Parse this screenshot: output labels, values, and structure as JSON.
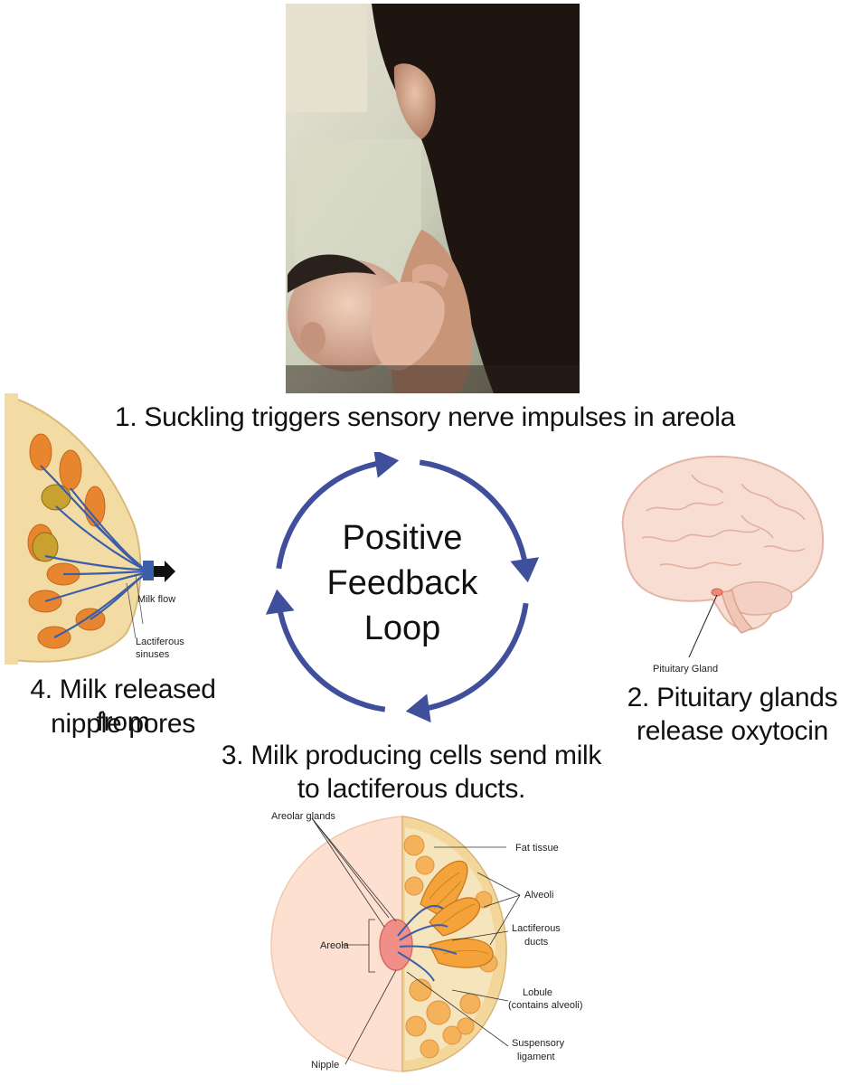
{
  "steps": {
    "step1": "1. Suckling triggers sensory nerve impulses in areola",
    "step2_line1": "2. Pituitary glands",
    "step2_line2": "release oxytocin",
    "step3_line1": "3. Milk producing cells send milk",
    "step3_line2": "to lactiferous ducts.",
    "step4_line1": "4. Milk released from",
    "step4_line2": "nipple pores"
  },
  "loop": {
    "line1": "Positive",
    "line2": "Feedback",
    "line3": "Loop",
    "color": "#3f4f9c"
  },
  "side_breast_labels": {
    "milk_flow": "Milk flow",
    "lactiferous_sinuses_1": "Lactiferous",
    "lactiferous_sinuses_2": "sinuses"
  },
  "brain_labels": {
    "pituitary": "Pituitary Gland"
  },
  "anatomy_labels": {
    "areolar_glands": "Areolar glands",
    "fat_tissue": "Fat tissue",
    "alveoli": "Alveoli",
    "lactiferous_ducts_1": "Lactiferous",
    "lactiferous_ducts_2": "ducts",
    "areola": "Areola",
    "lobule_1": "Lobule",
    "lobule_2": "(contains alveoli)",
    "suspensory_1": "Suspensory",
    "suspensory_2": "ligament",
    "nipple": "Nipple"
  }
}
